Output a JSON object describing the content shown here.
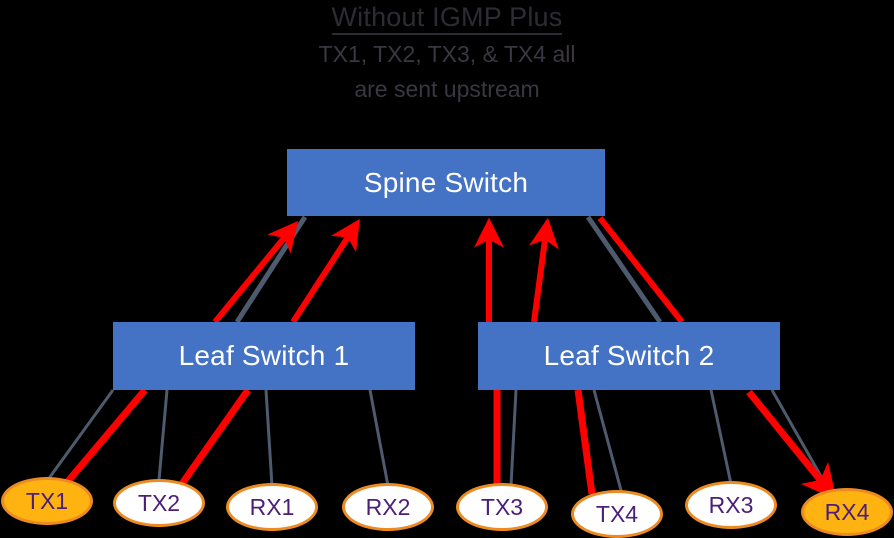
{
  "diagram": {
    "title": "Without IGMP Plus",
    "subtitle_line1": "TX1, TX2, TX3, & TX4 all",
    "subtitle_line2": "are sent upstream",
    "colors": {
      "background": "#000000",
      "switch_fill": "#4472C4",
      "switch_text": "#FFFFFF",
      "node_border": "#ED8B23",
      "node_fill_active": "#FFB310",
      "node_fill_idle": "#FFFFFF",
      "node_text": "#4B1E78",
      "traffic_flow": "#FF0000",
      "idle_link": "#4E5A6E",
      "title_text": "#2E2B33"
    },
    "switches": [
      {
        "id": "spine",
        "label": "Spine Switch"
      },
      {
        "id": "leaf1",
        "label": "Leaf Switch 1"
      },
      {
        "id": "leaf2",
        "label": "Leaf Switch 2"
      }
    ],
    "nodes": [
      {
        "id": "tx1",
        "label": "TX1",
        "state": "active"
      },
      {
        "id": "tx2",
        "label": "TX2",
        "state": "idle"
      },
      {
        "id": "rx1",
        "label": "RX1",
        "state": "idle"
      },
      {
        "id": "rx2",
        "label": "RX2",
        "state": "idle"
      },
      {
        "id": "tx3",
        "label": "TX3",
        "state": "idle"
      },
      {
        "id": "tx4",
        "label": "TX4",
        "state": "idle"
      },
      {
        "id": "rx3",
        "label": "RX3",
        "state": "idle"
      },
      {
        "id": "rx4",
        "label": "RX4",
        "state": "active"
      }
    ]
  }
}
